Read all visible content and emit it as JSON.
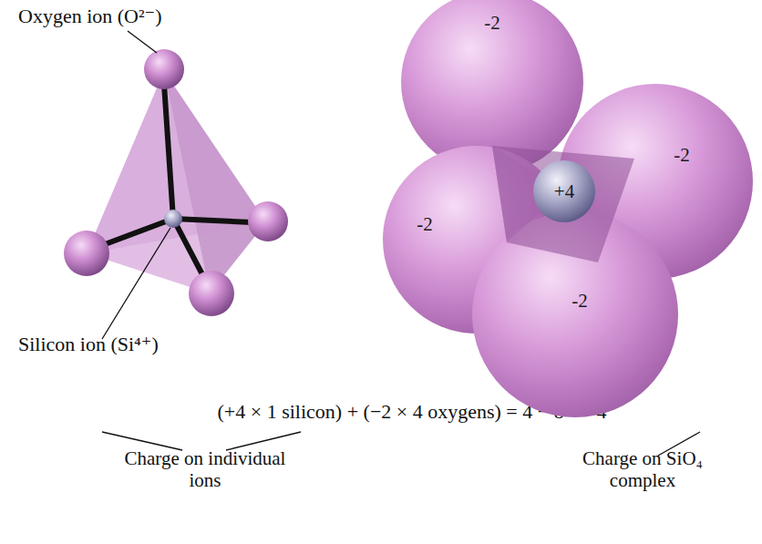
{
  "diagram": {
    "nodes": [
      {
        "text": [
          "-2"
        ]
      },
      {
        "text": [
          "-2"
        ]
      },
      {
        "text": [
          "+4"
        ]
      },
      {
        "text": [
          "-2"
        ]
      },
      {
        "text": [
          "-2"
        ]
      }
    ],
    "labels": [
      "Oxygen ion (O²⁻)",
      "Silicon ion (Si⁴⁺)",
      "(+4 × 1 silicon) + (−2 × 4 oxygens) = 4 − 8 = −4",
      "Charge on individual ions",
      "Charge on SiO₄ complex"
    ]
  }
}
